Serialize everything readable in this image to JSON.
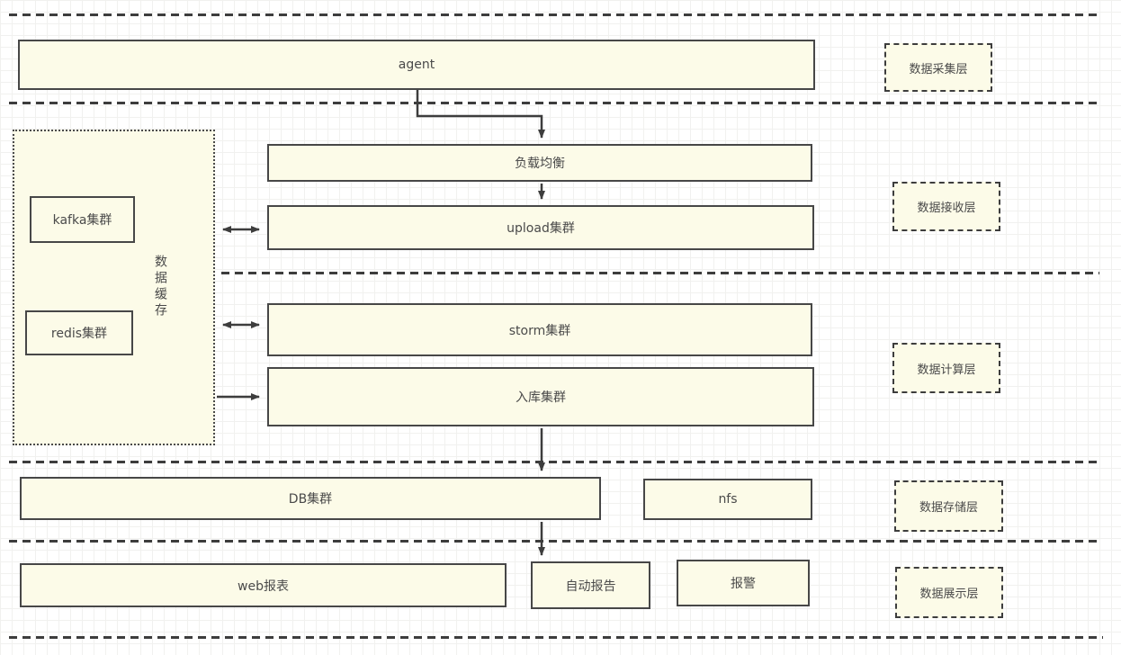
{
  "nodes": {
    "agent": "agent",
    "load_balancer": "负载均衡",
    "upload_cluster": "upload集群",
    "storm_cluster": "storm集群",
    "ingest_cluster": "入库集群",
    "db_cluster": "DB集群",
    "nfs": "nfs",
    "web_report": "web报表",
    "auto_report": "自动报告",
    "alert": "报警"
  },
  "cache_group": {
    "label": "数据缓存",
    "kafka": "kafka集群",
    "redis": "redis集群"
  },
  "layers": [
    {
      "label": "数据采集层"
    },
    {
      "label": "数据接收层"
    },
    {
      "label": "数据计算层"
    },
    {
      "label": "数据存储层"
    },
    {
      "label": "数据展示层"
    }
  ],
  "colors": {
    "node_fill": "#fcfbe8",
    "node_border": "#474747",
    "connector": "#3d3d3d",
    "grid_line": "#f1f1ef",
    "background": "#ffffff",
    "text": "#4a4a4a"
  }
}
